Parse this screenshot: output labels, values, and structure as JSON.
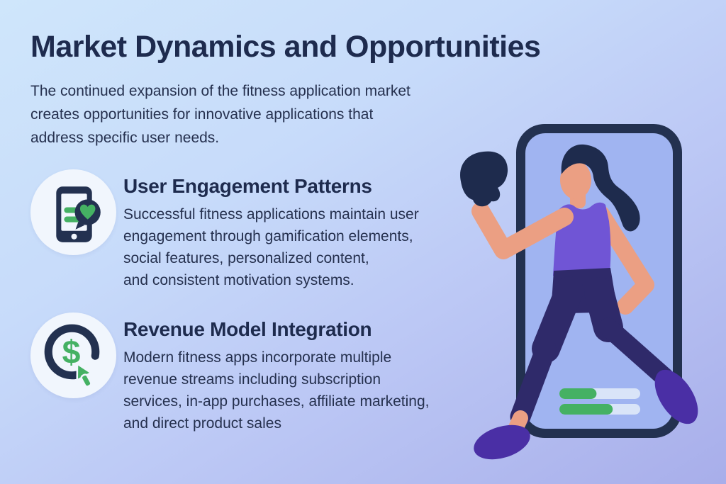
{
  "page": {
    "title": "Market Dynamics and Opportunities",
    "intro": "The continued expansion of the fitness application market\ncreates opportunities for innovative applications that\naddress specific user needs."
  },
  "sections": [
    {
      "icon": "phone-heart-badge-icon",
      "heading": "User Engagement Patterns",
      "body": "Successful fitness applications maintain user\nengagement through gamification elements,\nsocial features, personalized content,\nand consistent motivation systems."
    },
    {
      "icon": "dollar-ring-cursor-icon",
      "heading": "Revenue Model Integration",
      "body": "Modern fitness apps incorporate multiple\nrevenue streams including subscription\nservices, in-app purchases, affiliate marketing,\nand direct product sales"
    }
  ],
  "icons": {
    "dollar_glyph": "$"
  },
  "illustration": {
    "description": "woman-runner-stepping-out-of-smartphone",
    "progress_bars_pct": [
      46,
      66
    ]
  },
  "colors": {
    "heading_text": "#1e2b4e",
    "body_text": "#25304e",
    "navy": "#233150",
    "green": "#45b163",
    "tank_purple": "#7055d5",
    "leggings_indigo": "#2f2a6a",
    "shoe_purple": "#4a2fa5",
    "skin": "#eb9f83",
    "phone_screen": "#a0b4f1",
    "bar_track": "#d9e4f8",
    "bg_start": "#cfe6fb",
    "bg_end": "#a8aeea"
  }
}
